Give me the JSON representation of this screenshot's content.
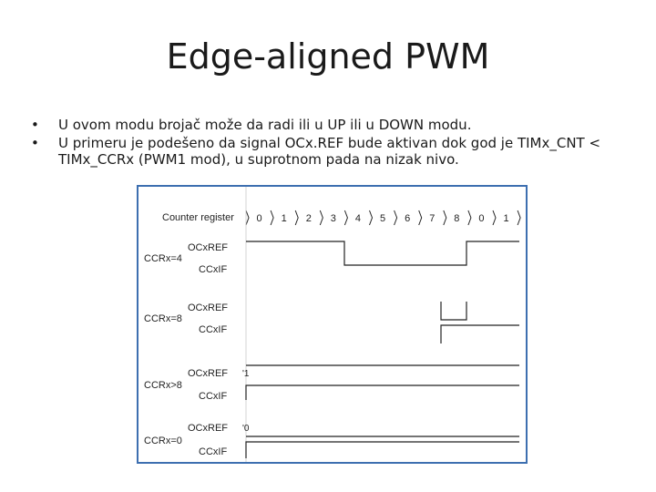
{
  "slide": {
    "title": "Edge-aligned PWM",
    "bullet_marker": "•",
    "bullets": [
      "U ovom modu brojač može da radi ili u UP ili u DOWN modu.",
      "U primeru je podešeno da signal OCx.REF bude aktivan dok god je TIMx_CNT < TIMx_CCRx (PWM1 mod), u suprotnom pada na nizak nivo."
    ]
  },
  "diagram": {
    "counter_label": "Counter register",
    "counter_values": [
      "0",
      "1",
      "2",
      "3",
      "4",
      "5",
      "6",
      "7",
      "8",
      "0",
      "1"
    ],
    "groups": [
      {
        "ccr_label": "CCRx=4",
        "ref_label": "OCxREF",
        "cc_label": "CCxIF",
        "annotation": ""
      },
      {
        "ccr_label": "CCRx=8",
        "ref_label": "OCxREF",
        "cc_label": "CCxIF",
        "annotation": ""
      },
      {
        "ccr_label": "CCRx>8",
        "ref_label": "OCxREF",
        "cc_label": "CCxIF",
        "annotation": "'1"
      },
      {
        "ccr_label": "CCRx=0",
        "ref_label": "OCxREF",
        "cc_label": "CCxIF",
        "annotation": "'0"
      }
    ]
  }
}
